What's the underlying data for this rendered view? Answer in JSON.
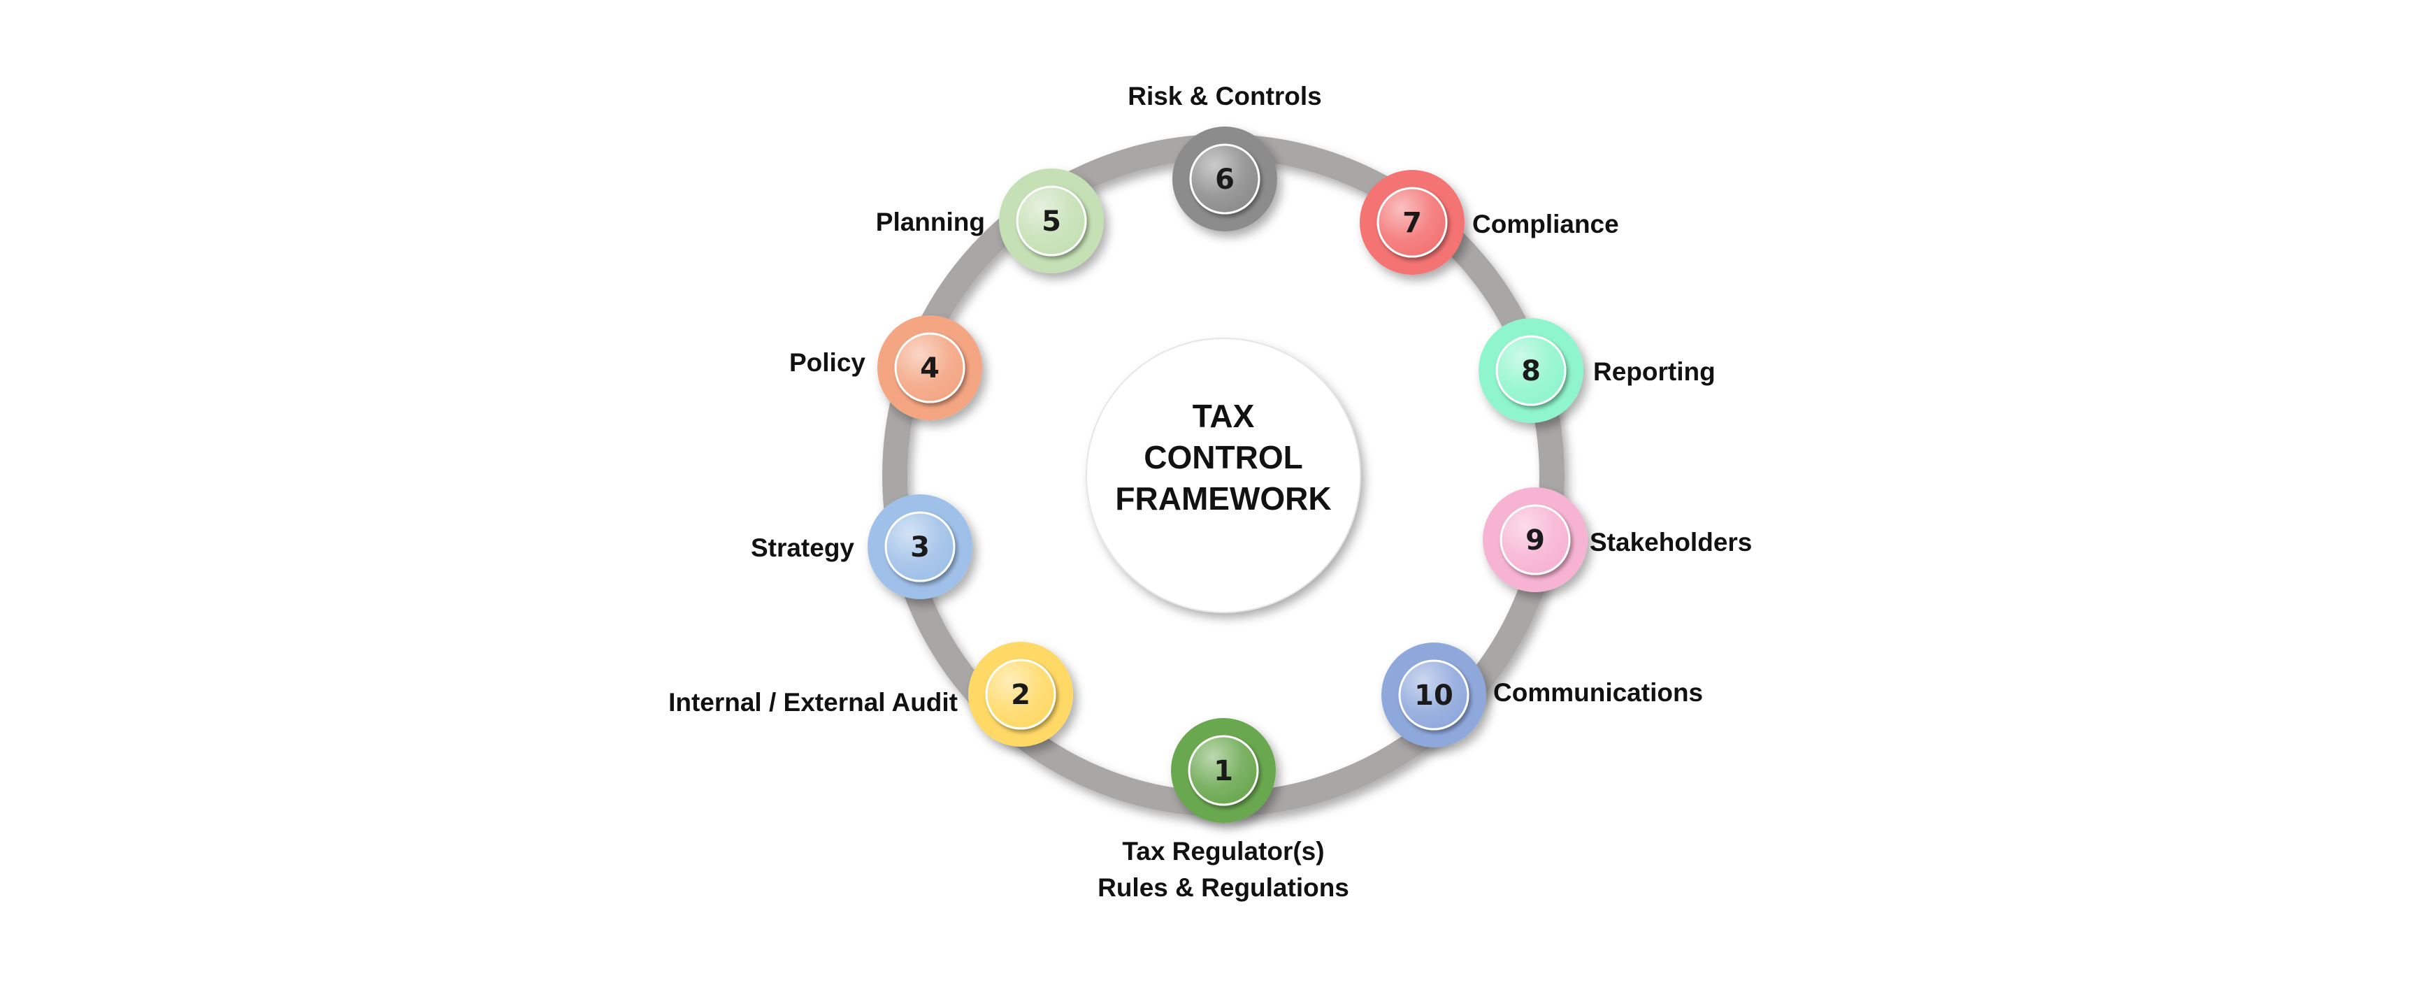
{
  "center": {
    "lines": [
      "TAX",
      "CONTROL",
      "FRAMEWORK"
    ]
  },
  "nodes": [
    {
      "number": "1",
      "label_lines": [
        "Tax Regulator(s)",
        "Rules & Regulations"
      ],
      "color": "#6aa84f"
    },
    {
      "number": "2",
      "label_lines": [
        "Internal / External Audit"
      ],
      "color": "#ffd966"
    },
    {
      "number": "3",
      "label_lines": [
        "Strategy"
      ],
      "color": "#9fc0e8"
    },
    {
      "number": "4",
      "label_lines": [
        "Policy"
      ],
      "color": "#f4a582"
    },
    {
      "number": "5",
      "label_lines": [
        "Planning"
      ],
      "color": "#c5e0b4"
    },
    {
      "number": "6",
      "label_lines": [
        "Risk & Controls"
      ],
      "color": "#8c8c8c"
    },
    {
      "number": "7",
      "label_lines": [
        "Compliance"
      ],
      "color": "#f47373"
    },
    {
      "number": "8",
      "label_lines": [
        "Reporting"
      ],
      "color": "#8ff5cc"
    },
    {
      "number": "9",
      "label_lines": [
        "Stakeholders"
      ],
      "color": "#f7b3d2"
    },
    {
      "number": "10",
      "label_lines": [
        "Communications"
      ],
      "color": "#8fa8dc"
    }
  ],
  "ring_color": "#a9a6a6"
}
